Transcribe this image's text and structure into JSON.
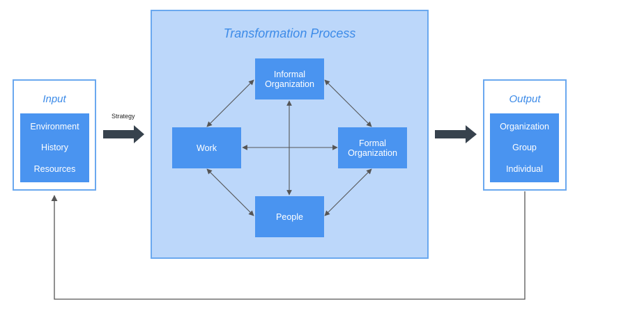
{
  "input": {
    "title": "Input",
    "items": [
      "Environment",
      "History",
      "Resources"
    ]
  },
  "strategy_label": "Strategy",
  "transformation": {
    "title": "Transformation Process",
    "nodes": {
      "informal": "Informal\nOrganization",
      "work": "Work",
      "formal": "Formal\nOrganization",
      "people": "People"
    }
  },
  "output": {
    "title": "Output",
    "items": [
      "Organization",
      "Group",
      "Individual"
    ]
  },
  "colors": {
    "frame_border": "#6aa8ef",
    "panel_fill": "#bcd7fa",
    "node_fill": "#4a94f0",
    "title_text": "#3d8be8",
    "big_arrow": "#37424d",
    "connector": "#555555"
  }
}
